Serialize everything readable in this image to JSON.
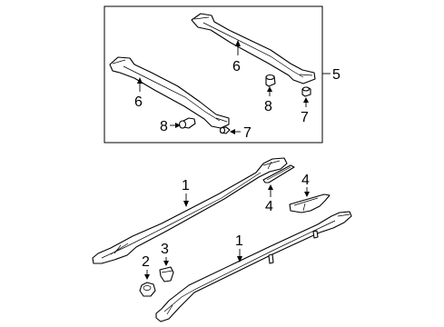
{
  "diagram": {
    "callouts": [
      {
        "id": "cross-bar-front",
        "label": "6"
      },
      {
        "id": "cross-bar-rear",
        "label": "6"
      },
      {
        "id": "bolt-8-left",
        "label": "8"
      },
      {
        "id": "bolt-8-right",
        "label": "8"
      },
      {
        "id": "nut-7-left",
        "label": "7"
      },
      {
        "id": "nut-7-right",
        "label": "7"
      },
      {
        "id": "crossbar-assembly",
        "label": "5"
      },
      {
        "id": "side-rail-left",
        "label": "1"
      },
      {
        "id": "side-rail-right",
        "label": "1"
      },
      {
        "id": "end-cover-upper",
        "label": "4"
      },
      {
        "id": "end-cover-lower",
        "label": "4"
      },
      {
        "id": "nut-2",
        "label": "2"
      },
      {
        "id": "clip-3",
        "label": "3"
      }
    ]
  }
}
